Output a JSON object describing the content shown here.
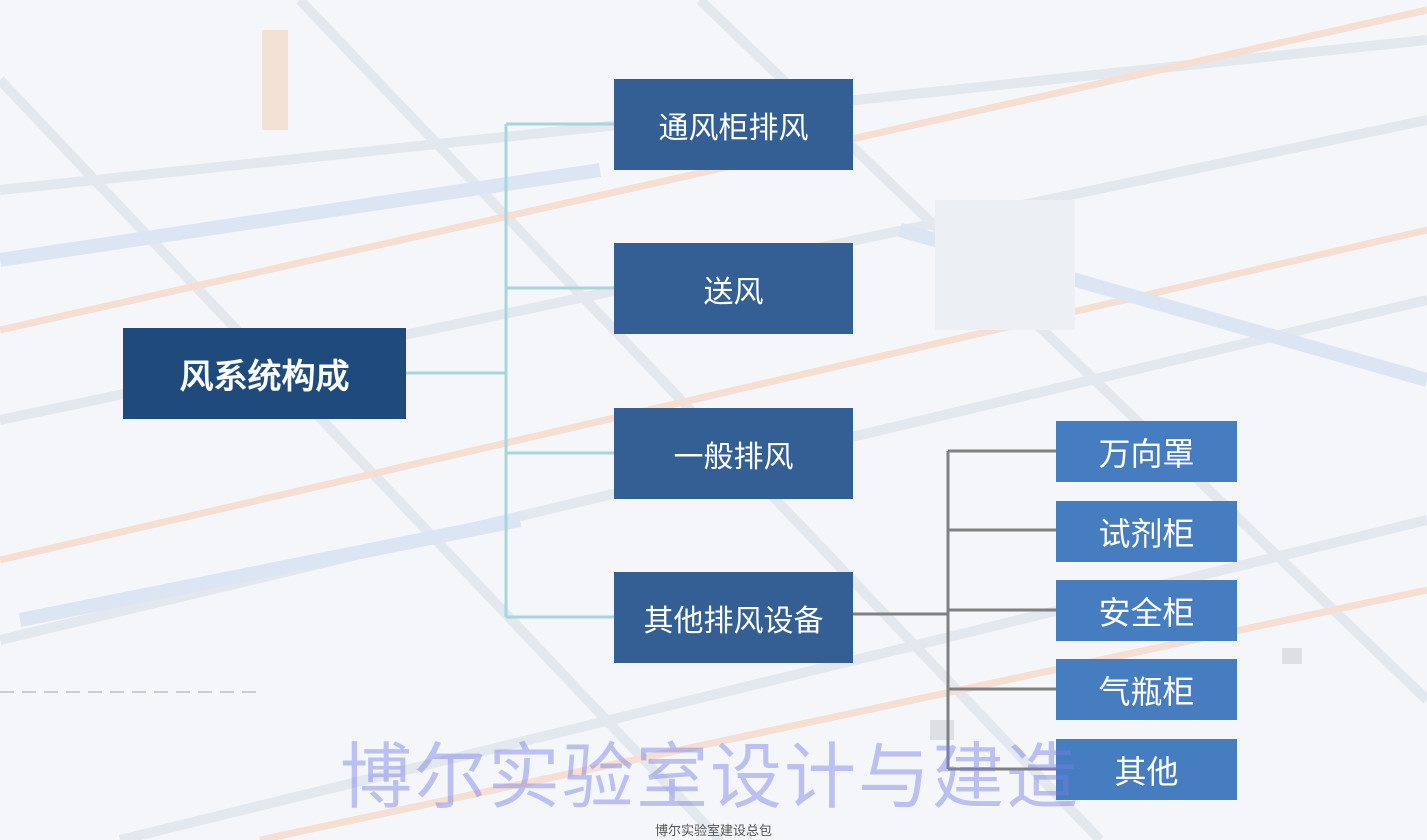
{
  "root": {
    "label": "风系统构成"
  },
  "branches": [
    {
      "label": "通风柜排风"
    },
    {
      "label": "送风"
    },
    {
      "label": "一般排风"
    },
    {
      "label": "其他排风设备"
    }
  ],
  "sub_items": [
    {
      "label": "万向罩"
    },
    {
      "label": "试剂柜"
    },
    {
      "label": "安全柜"
    },
    {
      "label": "气瓶柜"
    },
    {
      "label": "其他"
    }
  ],
  "watermark": "博尔实验室设计与建造",
  "footer": "博尔实验室建设总包",
  "colors": {
    "root_box": "#1f4a7c",
    "branch_box": "#345f95",
    "leaf_box": "#467cc0",
    "connector_main": "#a8d4dc",
    "connector_sub": "#808080"
  }
}
